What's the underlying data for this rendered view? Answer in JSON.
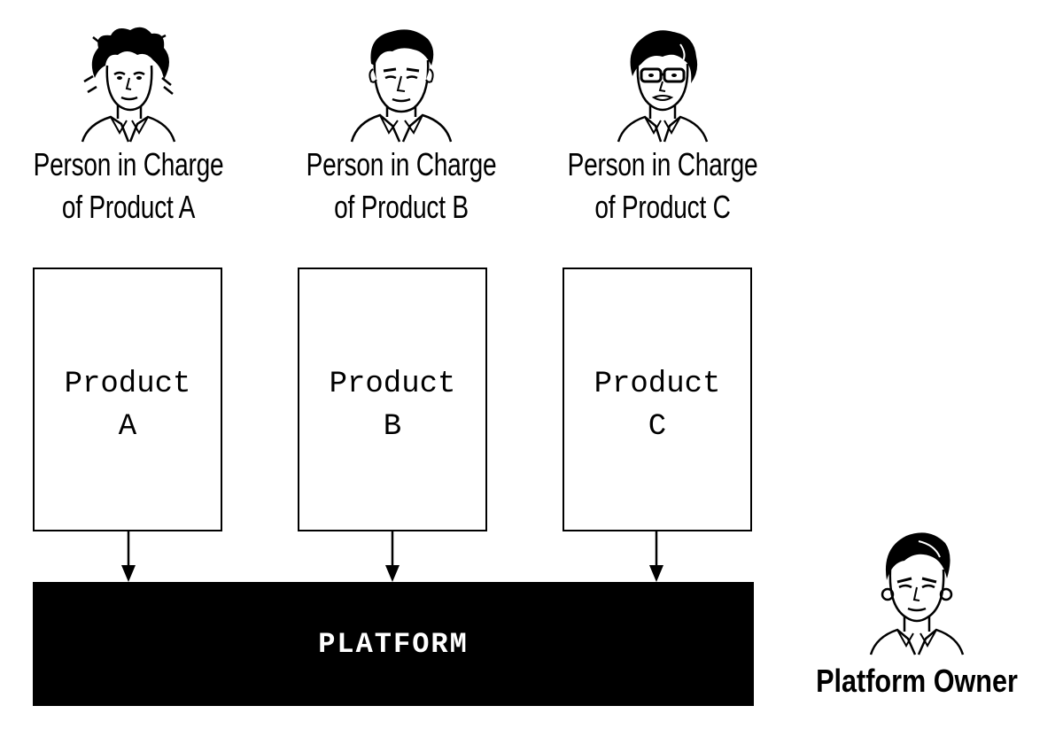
{
  "people": [
    {
      "label_line1": "Person in Charge",
      "label_line2": "of Product A",
      "portrait": "woman-messy-hair-portrait"
    },
    {
      "label_line1": "Person in Charge",
      "label_line2": "of Product B",
      "portrait": "man-portrait"
    },
    {
      "label_line1": "Person in Charge",
      "label_line2": "of Product C",
      "portrait": "woman-glasses-portrait"
    }
  ],
  "products": [
    {
      "line1": "Product",
      "line2": "A"
    },
    {
      "line1": "Product",
      "line2": "B"
    },
    {
      "line1": "Product",
      "line2": "C"
    }
  ],
  "platform": {
    "label": "PLATFORM",
    "fill": "#000000",
    "text_color": "#ffffff"
  },
  "owner": {
    "label": "Platform Owner",
    "portrait": "woman-short-hair-earrings-portrait"
  },
  "flows": [
    {
      "from": "Product A",
      "to": "PLATFORM"
    },
    {
      "from": "Product B",
      "to": "PLATFORM"
    },
    {
      "from": "Product C",
      "to": "PLATFORM"
    }
  ]
}
